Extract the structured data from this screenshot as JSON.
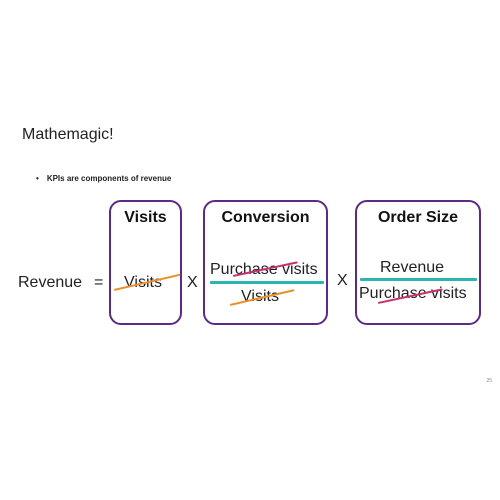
{
  "slide": {
    "title": "Mathemagic!",
    "bullet": "KPIs are components of revenue",
    "page_number": "25"
  },
  "equation": {
    "left_label": "Revenue",
    "equals": "=",
    "times_1": "X",
    "times_2": "X",
    "boxes": [
      {
        "heading": "Visits",
        "terms": [
          "Visits"
        ]
      },
      {
        "heading": "Conversion",
        "numerator": "Purchase visits",
        "denominator": "Visits"
      },
      {
        "heading": "Order Size",
        "numerator": "Revenue",
        "denominator": "Purchase visits"
      }
    ]
  },
  "colors": {
    "box_border": "#5b2a86",
    "strike_orange": "#e8902a",
    "strike_pink": "#c8316b",
    "divider_teal": "#2bb5b0"
  }
}
